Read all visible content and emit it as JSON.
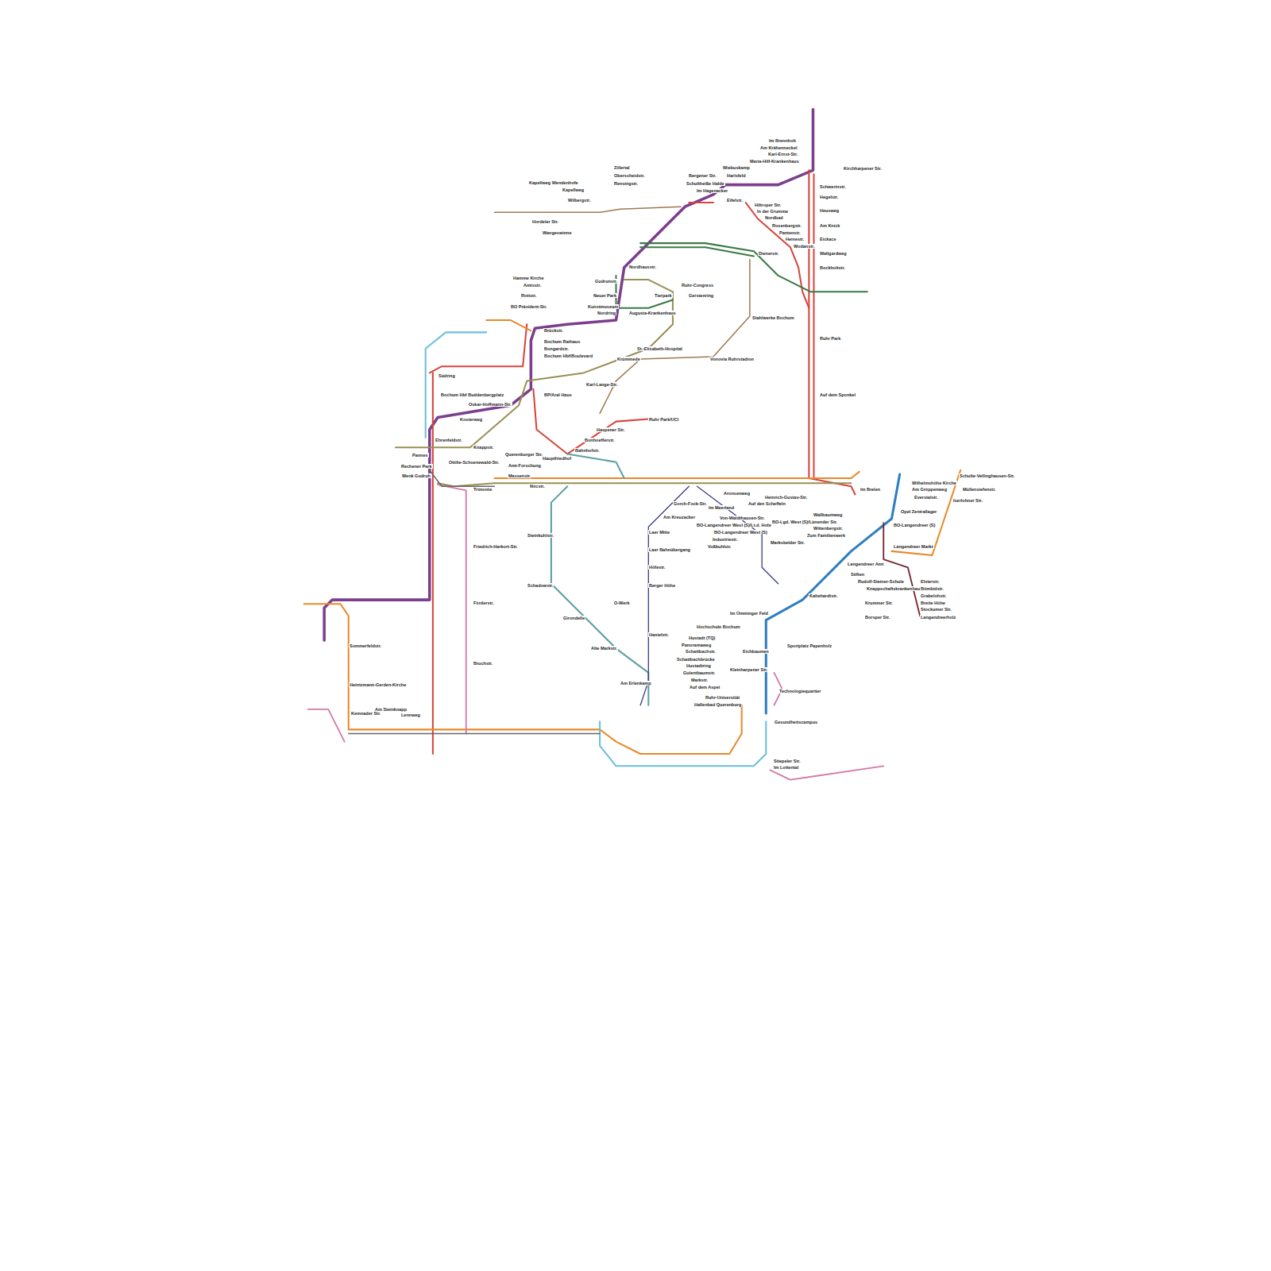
{
  "diagram": {
    "labels": [
      "Im Brennholt",
      "Am Krähenneckel",
      "Karl-Ernst-Str.",
      "Maria-Hilf-Krankenhaus",
      "Kirchharpener Str.",
      "Schwerinstr.",
      "Hegelstr.",
      "Heusweg",
      "Am Knick",
      "Eickace",
      "Wallgardweg",
      "Bockholtstr.",
      "Ruhr Park",
      "Auf dem Sponkel",
      "Wiebuskamp",
      "Harlsfeld",
      "Bergener Str.",
      "Schultheiße Halde",
      "Im Hagenacker",
      "Eifelstr.",
      "Hiltroper Str.",
      "In der Grumme",
      "Nordbad",
      "Rosenbergstr.",
      "Pantenstr.",
      "Heinestr.",
      "Wodanstr.",
      "Dienerstr.",
      "Stahlwerke Bochum",
      "Ruhr-Congress",
      "Gerstenring",
      "Tierpark",
      "Augusta-Krankenhaus",
      "Gudrunstr.",
      "Neuer Park",
      "Kunstmuseum",
      "Nordring",
      "Nordhausstr.",
      "Zillertal",
      "Oberscheidstr.",
      "Rensingstr.",
      "Kapellweg",
      "Kapellweg Wendenhofe",
      "Wilbergstr.",
      "Hordeler Str.",
      "Wangeswinne",
      "Hamme Kirche",
      "Amtsstr.",
      "Rottstr.",
      "BO Präsident-Str.",
      "Brückstr.",
      "Bochum Rathaus",
      "Bongardstr.",
      "Bochum Hbf/Boulevard",
      "St.-Elisabeth-Hospital",
      "Krümmede",
      "Vonovia Ruhrstadion",
      "Karl-Lange-Str.",
      "BP/Aral Haus",
      "Ruhr Park/UCI",
      "Haspener Str.",
      "Bonhoefferstr.",
      "Bahnhofstr.",
      "Hauptfriedhof",
      "Bochum Hbf Buddenbergplatz",
      "Oskar-Hoffmann-Str.",
      "Kosterweg",
      "Südring",
      "Ehrenfeldstr.",
      "Knappstr.",
      "Pannes",
      "Rechener Park",
      "Wenk Gudruh",
      "Ottilie-Schoenewald-Str.",
      "Querenburger Str.",
      "Amt-Forschung",
      "Massenstr.",
      "Trimonte",
      "Friedrich-Harkort-Str.",
      "Förderstr.",
      "Bruchstr.",
      "Nöcstr.",
      "Steinkuhlstr.",
      "Schadowstr.",
      "Girondelle",
      "Alte Markstr.",
      "Am Erlenkamp",
      "Gorch-Fock-Str.",
      "Am Kreuzacker",
      "Laer Mitte",
      "Laer Bahnübergang",
      "Höfestr.",
      "Berger Höhe",
      "O-Werk",
      "Hanielstr.",
      "Hochschule Bochum",
      "Hustadt (TQ)",
      "Panoramaweg",
      "Schattbachstr.",
      "Schattbachbrücke",
      "Hustadtring",
      "Gulentbaumstr.",
      "Markstr.",
      "Auf dem Aspei",
      "Ruhr-Universität",
      "Hallenbad Querenburg",
      "Gesundheitscampus",
      "Technologiequartier",
      "Kleinharpener Str.",
      "Eichbaumen",
      "Im Ümminger Feld",
      "Sportplatz Papenholz",
      "Stiepeler Str.",
      "Im Lottental",
      "Heinrich-Gustav-Str.",
      "Auf den Scheffeln",
      "Im Meerland",
      "Aronsenweg",
      "Von-Waldthausen-Str.",
      "BO-Langendreer West (S)/Lt.d. Hofe",
      "BO-Langendreer West (S)",
      "Industriestr.",
      "Voßkuhlstr.",
      "BO-Lgd. West (S)/Lünender Str.",
      "Wallbaumweg",
      "Wittenbergstr.",
      "Zum Familienwerk",
      "Marksbelder Str.",
      "Im Brelen",
      "Opel Zentrallager",
      "BO-Langendreer (S)",
      "Langendreer Markt",
      "Langendreer Amt",
      "Stiften",
      "Rudolf-Steiner-Schule",
      "Knappschaftskrankenhaus",
      "Krummer Str.",
      "Borsper Str.",
      "Kaltehardtstr.",
      "Elsterstr.",
      "Bömbidstr.",
      "Grabelohstr.",
      "Breite Höhe",
      "Stockumer Str.",
      "Langendreerholz",
      "Wilhelmshöhe Kirche",
      "Am Gröppenweg",
      "Everstalstr.",
      "Schulte-Vellinghausen-Str.",
      "Müllensiefenstr.",
      "Iserlohner Str.",
      "Sommerfeldstr.",
      "Heintzmann-Gerden-Kirche",
      "Kemnader Str.",
      "Am Steinknapp",
      "Lennweg"
    ]
  }
}
